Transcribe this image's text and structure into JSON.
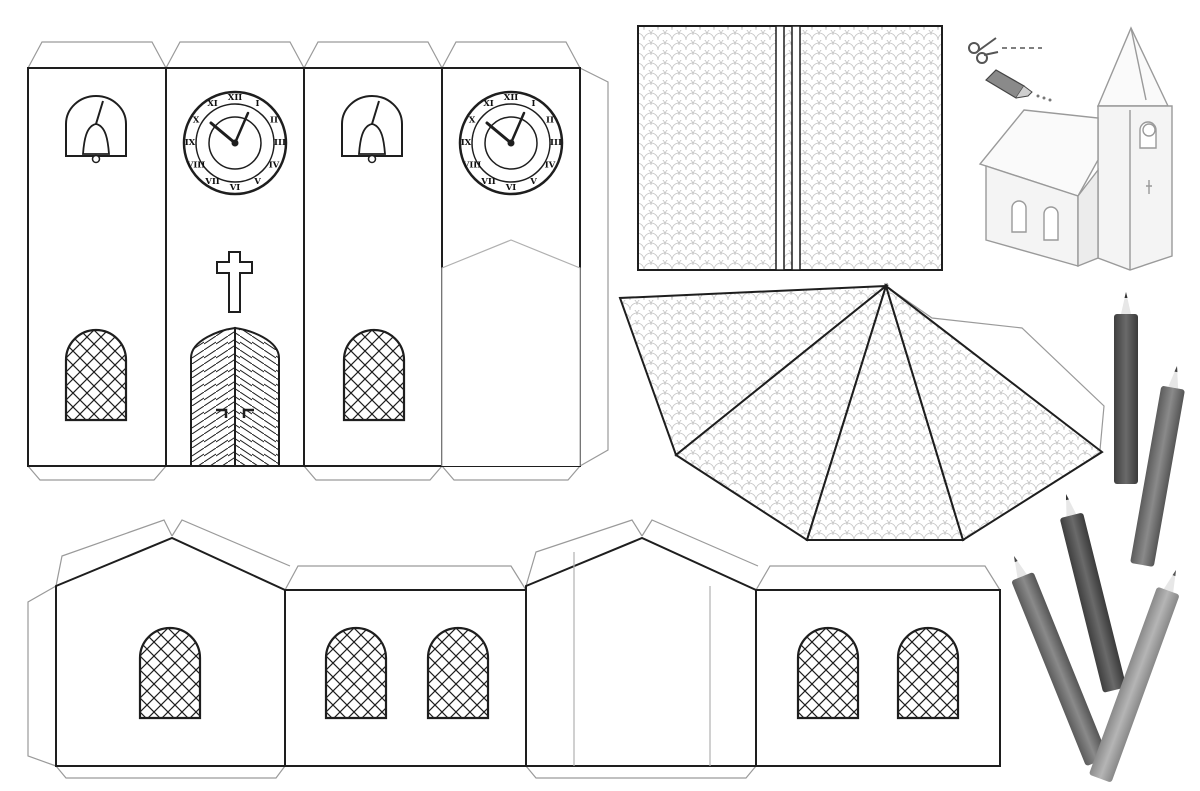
{
  "sheet": {
    "kind": "paper-model-church-template",
    "colors": {
      "ink": "#1e1e1e",
      "fold_line": "#9a9a9a",
      "paper": "#ffffff",
      "pencil_dark": "#5c5c5c",
      "pencil_mid": "#7a7a7a",
      "pencil_light": "#a0a0a0"
    }
  },
  "tower": {
    "panels": [
      {
        "name": "bell-panel",
        "features": [
          "bell-window",
          "lattice-window"
        ]
      },
      {
        "name": "front-panel",
        "features": [
          "clock",
          "cross",
          "double-door"
        ]
      },
      {
        "name": "bell-panel",
        "features": [
          "bell-window",
          "lattice-window"
        ]
      },
      {
        "name": "clock-panel",
        "features": [
          "clock",
          "gable-flap"
        ]
      }
    ],
    "clock_numerals": [
      "XII",
      "I",
      "II",
      "III",
      "IV",
      "V",
      "VI",
      "VII",
      "VIII",
      "IX",
      "X",
      "XI"
    ]
  },
  "roof": {
    "nave_roof": "scalloped-tile-rectangle",
    "spire": "scalloped-tile-pyramid-net"
  },
  "nave": {
    "panels": [
      "gable-end-one-window",
      "side-two-windows",
      "gable-end-blank",
      "side-two-windows"
    ]
  },
  "instructions": {
    "icons": [
      "scissors-icon",
      "glue-tube-icon"
    ],
    "preview": "assembled-church-model"
  },
  "pencils": {
    "count": 5
  }
}
